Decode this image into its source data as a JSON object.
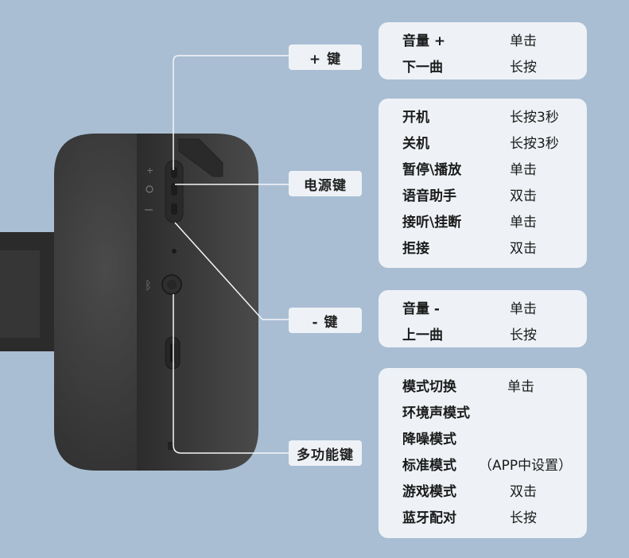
{
  "key_labels": {
    "plus": "+ 键",
    "power": "电源键",
    "minus": "- 键",
    "multi": "多功能键"
  },
  "cards": {
    "plus": [
      {
        "name": "音量 +",
        "action": "单击"
      },
      {
        "name": "下一曲",
        "action": "长按"
      }
    ],
    "power": [
      {
        "name": "开机",
        "action": "长按3秒"
      },
      {
        "name": "关机",
        "action": "长按3秒"
      },
      {
        "name": "暂停\\播放",
        "action": "单击"
      },
      {
        "name": "语音助手",
        "action": "双击"
      },
      {
        "name": "接听\\挂断",
        "action": "单击"
      },
      {
        "name": "拒接",
        "action": "双击"
      }
    ],
    "minus": [
      {
        "name": "音量 -",
        "action": "单击"
      },
      {
        "name": "上一曲",
        "action": "长按"
      }
    ],
    "multi": [
      {
        "name": "模式切换",
        "action": "单击"
      },
      {
        "name": "环境声模式",
        "action": ""
      },
      {
        "name": "降噪模式",
        "action": ""
      },
      {
        "name": "标准模式",
        "action": "（APP中设置）"
      },
      {
        "name": "游戏模式",
        "action": "双击"
      },
      {
        "name": "蓝牙配对",
        "action": "长按"
      }
    ]
  },
  "colors": {
    "background": "#a9bed3",
    "card": "#eef2f6",
    "earcup": "#3c3c3c"
  }
}
